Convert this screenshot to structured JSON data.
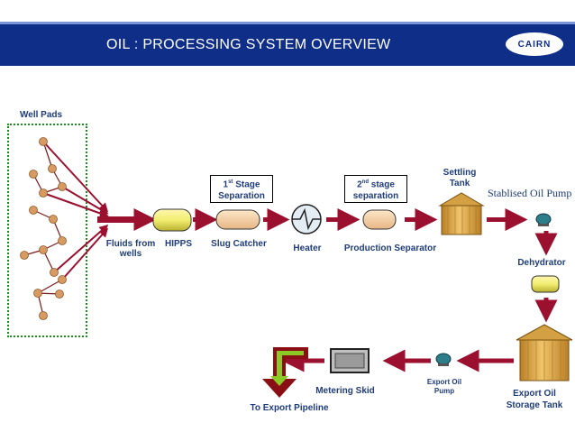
{
  "header": {
    "title": "OIL : PROCESSING SYSTEM OVERVIEW",
    "logo_text": "CAIRN"
  },
  "labels": {
    "well_pads": "Well Pads",
    "fluids_from_wells_1": "Fluids from",
    "fluids_from_wells_2": "wells",
    "hipps": "HIPPS",
    "slug_catcher": "Slug Catcher",
    "heater": "Heater",
    "production_separator": "Production Separator",
    "settling_tank_1": "Settling",
    "settling_tank_2": "Tank",
    "stabilised_oil_pump": "Stablised Oil Pump",
    "dehydrator": "Dehydrator",
    "export_oil_storage_tank_1": "Export Oil",
    "export_oil_storage_tank_2": "Storage Tank",
    "export_oil_pump_1": "Export Oil",
    "export_oil_pump_2": "Pump",
    "metering_skid": "Metering Skid",
    "to_export_pipeline": "To Export Pipeline"
  },
  "boxes": {
    "first_stage_num": "1",
    "first_stage_sup": "st",
    "first_stage_word": " Stage",
    "first_stage_line2": "Separation",
    "second_stage_num": "2",
    "second_stage_sup": "nd",
    "second_stage_word": " stage",
    "second_stage_line2": "separation"
  },
  "colors": {
    "header_bg": "#0f2e88",
    "arrow": "#9b0f2f",
    "label_text": "#1f3c7a",
    "well_border": "#1c8c1c",
    "well_node": "#d89a63",
    "tank": "#d4a044",
    "vessel_yellow": "#f2ee70",
    "pump": "#2e7d8a"
  }
}
